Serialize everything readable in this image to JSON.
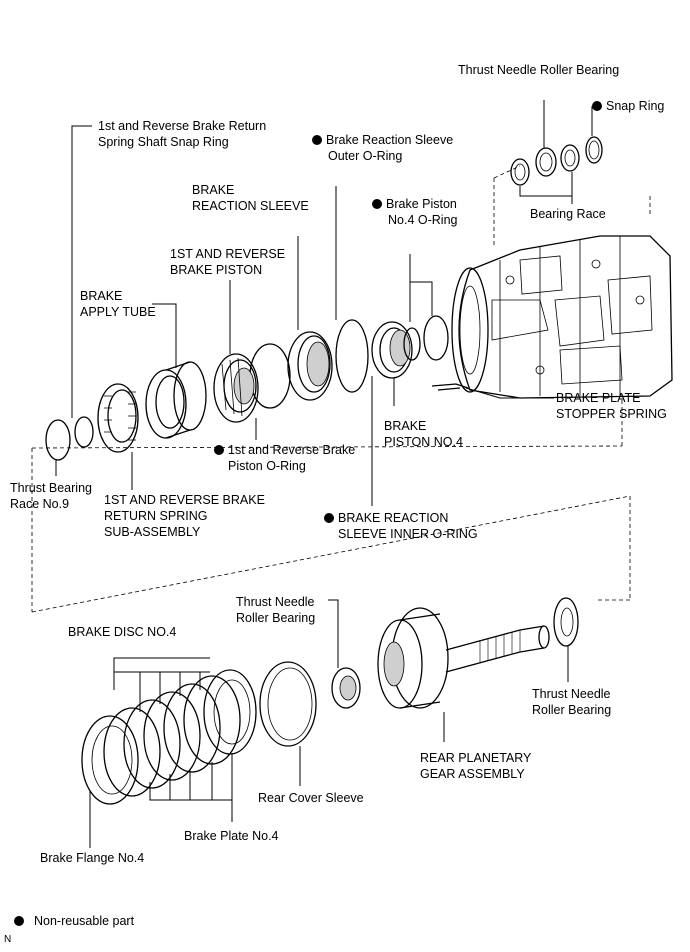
{
  "labels": {
    "thrust_needle_top": "Thrust Needle Roller Bearing",
    "snap_ring": "Snap Ring",
    "spring_snap_1": "1st and Reverse Brake Return",
    "spring_snap_2": "Spring Shaft Snap Ring",
    "reaction_outer_1": "Brake Reaction Sleeve",
    "reaction_outer_2": "Outer O-Ring",
    "bearing_race": "Bearing Race",
    "reaction_sleeve_1": "BRAKE",
    "reaction_sleeve_2": "REACTION SLEEVE",
    "piston4_oring_1": "Brake Piston",
    "piston4_oring_2": "No.4 O-Ring",
    "rev_piston_1": "1ST AND REVERSE",
    "rev_piston_2": "BRAKE PISTON",
    "apply_tube_1": "BRAKE",
    "apply_tube_2": "APPLY TUBE",
    "plate_stopper_1": "BRAKE PLATE",
    "plate_stopper_2": "STOPPER SPRING",
    "piston4_1": "BRAKE",
    "piston4_2": "PISTON NO.4",
    "rev_piston_oring_1": "1st and Reverse Brake",
    "rev_piston_oring_2": "Piston O-Ring",
    "thrust_race9_1": "Thrust Bearing",
    "thrust_race9_2": "Race No.9",
    "return_spring_1": "1ST AND REVERSE BRAKE",
    "return_spring_2": "RETURN SPRING",
    "return_spring_3": "SUB-ASSEMBLY",
    "reaction_inner_1": "BRAKE REACTION",
    "reaction_inner_2": "SLEEVE INNER O-RING",
    "thrust_needle_mid_1": "Thrust Needle",
    "thrust_needle_mid_2": "Roller Bearing",
    "brake_disc4": "BRAKE DISC NO.4",
    "thrust_needle_right_1": "Thrust Needle",
    "thrust_needle_right_2": "Roller Bearing",
    "rear_planetary_1": "REAR PLANETARY",
    "rear_planetary_2": "GEAR ASSEMBLY",
    "rear_cover_sleeve": "Rear Cover Sleeve",
    "brake_plate4": "Brake Plate No.4",
    "brake_flange4": "Brake Flange No.4"
  },
  "legend": {
    "non_reusable": "Non-reusable part"
  },
  "corner_mark": "N"
}
